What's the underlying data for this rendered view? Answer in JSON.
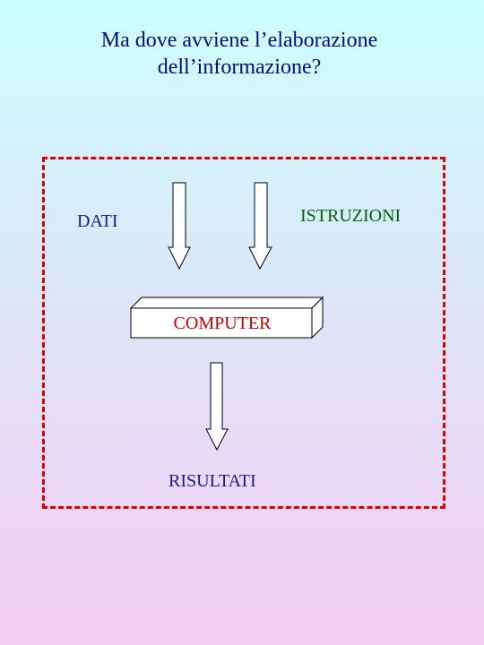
{
  "title": {
    "line1": "Ma dove avviene l’elaborazione",
    "line2": "dell’informazione?"
  },
  "labels": {
    "dati": "DATI",
    "istruzioni": "ISTRUZIONI",
    "computer": "COMPUTER",
    "risultati": "RISULTATI"
  },
  "colors": {
    "title": "#0a0a80",
    "dati": "#1a1a8c",
    "istruzioni": "#006600",
    "computer": "#cc0000",
    "risultati": "#1a1a8c",
    "frame": "#e00000"
  }
}
